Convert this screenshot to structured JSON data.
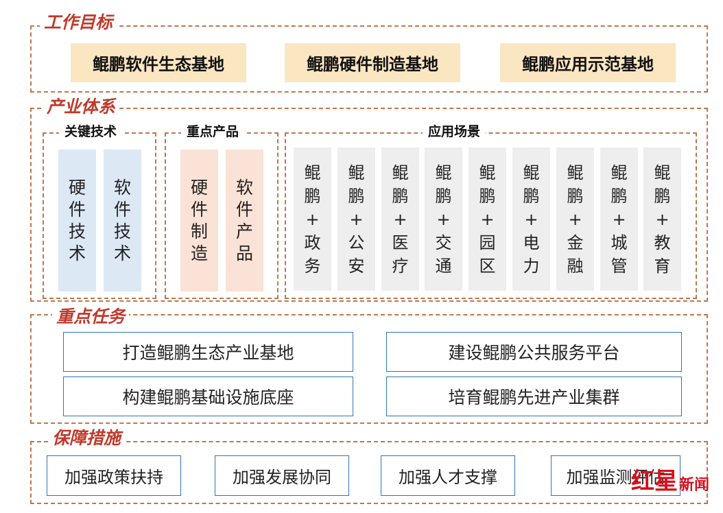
{
  "sections": {
    "goals_title": "工作目标",
    "system_title": "产业体系",
    "tasks_title": "重点任务",
    "measures_title": "保障措施"
  },
  "goals": [
    "鲲鹏软件生态基地",
    "鲲鹏硬件制造基地",
    "鲲鹏应用示范基地"
  ],
  "key_tech": {
    "title": "关键技术",
    "columns": [
      [
        "硬",
        "件",
        "技",
        "术"
      ],
      [
        "软",
        "件",
        "技",
        "术"
      ]
    ]
  },
  "key_products": {
    "title": "重点产品",
    "columns": [
      [
        "硬",
        "件",
        "制",
        "造"
      ],
      [
        "软",
        "件",
        "产",
        "品"
      ]
    ]
  },
  "scenarios": {
    "title": "应用场景",
    "prefix": [
      "鲲",
      "鹏",
      "+"
    ],
    "items": [
      [
        "政",
        "务"
      ],
      [
        "公",
        "安"
      ],
      [
        "医",
        "疗"
      ],
      [
        "交",
        "通"
      ],
      [
        "园",
        "区"
      ],
      [
        "电",
        "力"
      ],
      [
        "金",
        "融"
      ],
      [
        "城",
        "管"
      ],
      [
        "教",
        "育"
      ]
    ]
  },
  "tasks": [
    "打造鲲鹏生态产业基地",
    "建设鲲鹏公共服务平台",
    "构建鲲鹏基础设施底座",
    "培育鲲鹏先进产业集群"
  ],
  "measures": [
    "加强政策扶持",
    "加强发展协同",
    "加强人才支撑",
    "加强监测评估"
  ],
  "watermark": {
    "main": "红星",
    "sub": "新闻"
  },
  "colors": {
    "accent_red": "#c0392b",
    "dashed_border": "#c0754a",
    "goal_fill": "#fbe6c2",
    "tech_fill": "#dde8f5",
    "product_fill": "#fbe2d6",
    "scenario_fill": "#eeeeee",
    "task_border": "#2e74b5"
  }
}
